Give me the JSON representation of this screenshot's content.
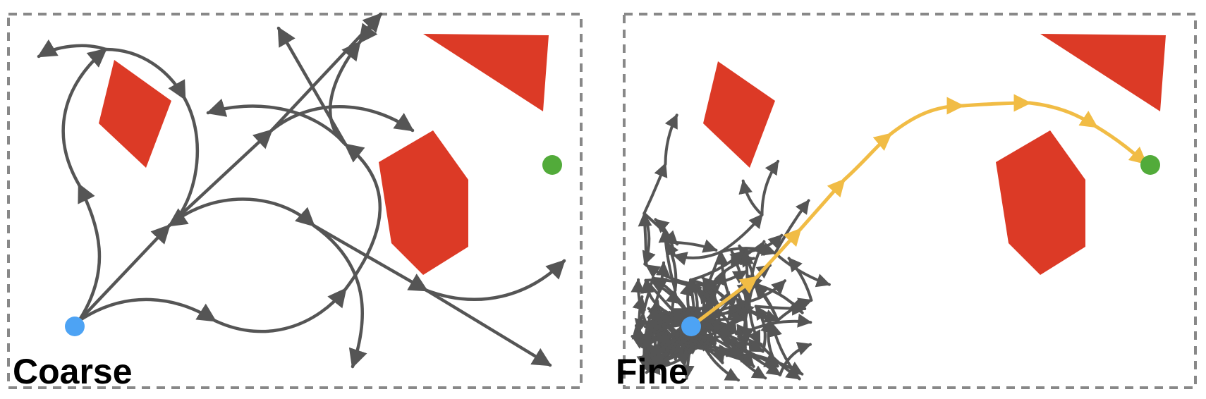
{
  "panels": [
    {
      "id": "coarse",
      "label": "Coarse"
    },
    {
      "id": "fine",
      "label": "Fine"
    }
  ],
  "colors": {
    "border": "#888888",
    "edge": "#555555",
    "obstacle": "#dc3a26",
    "start": "#4da3f4",
    "goal": "#52ab3a",
    "path": "#f1bc45"
  }
}
